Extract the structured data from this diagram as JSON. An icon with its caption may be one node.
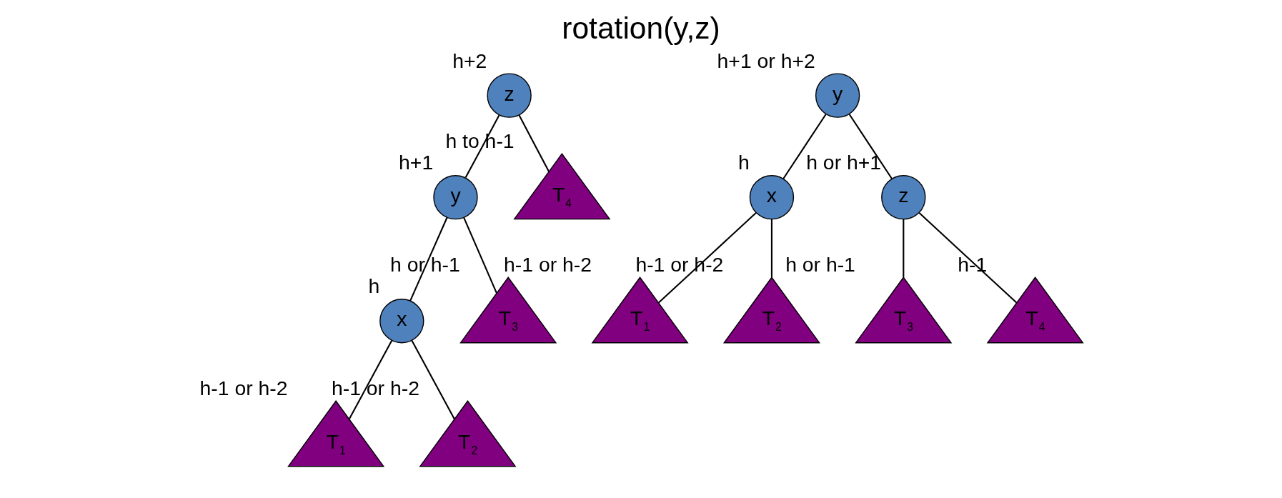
{
  "diagram": {
    "title": "rotation(y,z)",
    "nodes": [
      {
        "text": [
          "z"
        ],
        "beside": [
          "h+2"
        ]
      },
      {
        "text": [
          "y"
        ],
        "beside": [
          "h+1"
        ]
      },
      {
        "text": [
          "T$_{4}$"
        ],
        "beside": [
          "h to h-1"
        ]
      },
      {
        "text": [
          "x"
        ],
        "beside": [
          "h"
        ]
      },
      {
        "text": [
          "T$_{3}$"
        ],
        "beside": [
          "h or h-1"
        ]
      },
      {
        "text": [
          "T$_{1}$"
        ],
        "beside": [
          "h-1 or h-2"
        ]
      },
      {
        "text": [
          "T$_{2}$"
        ],
        "beside": [
          "h-1 or h-2"
        ]
      },
      {
        "text": [
          "y"
        ],
        "beside": [
          "h+1 or h+2"
        ]
      },
      {
        "text": [
          "x"
        ],
        "beside": [
          "h"
        ]
      },
      {
        "text": [
          "z"
        ],
        "beside": [
          "h or h+1"
        ]
      },
      {
        "text": [
          "T$_{1}$"
        ],
        "beside": [
          "h-1 or h-2"
        ]
      },
      {
        "text": [
          "T$_{2}$"
        ],
        "beside": [
          "h-1 or h-2"
        ]
      },
      {
        "text": [
          "T$_{3}$"
        ],
        "beside": [
          "h or h-1"
        ]
      },
      {
        "text": [
          "T$_{4}$"
        ],
        "beside": [
          "h-1"
        ]
      }
    ],
    "edges": [
      {
        "from": 0,
        "to": 1,
        "arrow": "none"
      },
      {
        "from": 0,
        "to": 2,
        "arrow": "none"
      },
      {
        "from": 1,
        "to": 3,
        "arrow": "none"
      },
      {
        "from": 1,
        "to": 4,
        "arrow": "none"
      },
      {
        "from": 3,
        "to": 5,
        "arrow": "none"
      },
      {
        "from": 3,
        "to": 6,
        "arrow": "none"
      },
      {
        "from": 7,
        "to": 8,
        "arrow": "none"
      },
      {
        "from": 7,
        "to": 9,
        "arrow": "none"
      },
      {
        "from": 8,
        "to": 10,
        "arrow": "none"
      },
      {
        "from": 8,
        "to": 11,
        "arrow": "none"
      },
      {
        "from": 9,
        "to": 12,
        "arrow": "none"
      },
      {
        "from": 9,
        "to": 13,
        "arrow": "none"
      }
    ]
  }
}
